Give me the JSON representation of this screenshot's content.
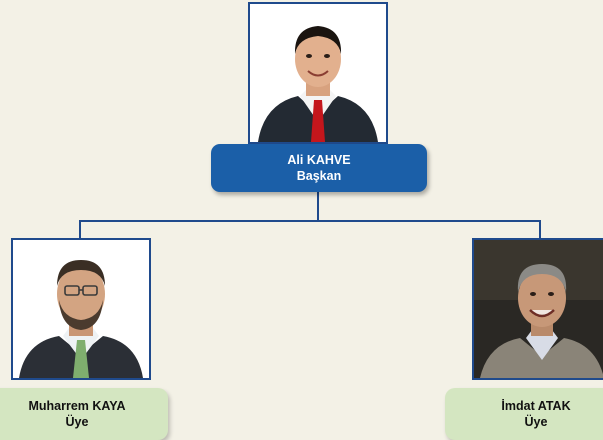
{
  "chair": {
    "name": "Ali KAHVE",
    "role": "Başkan"
  },
  "members": [
    {
      "name": "Muharrem KAYA",
      "role": "Üye"
    },
    {
      "name": "İmdat ATAK",
      "role": "Üye"
    }
  ],
  "colors": {
    "background": "#f3f1e6",
    "chair_box": "#1b5fa8",
    "member_box": "#d4e6c1",
    "connector": "#1f4a8c"
  }
}
